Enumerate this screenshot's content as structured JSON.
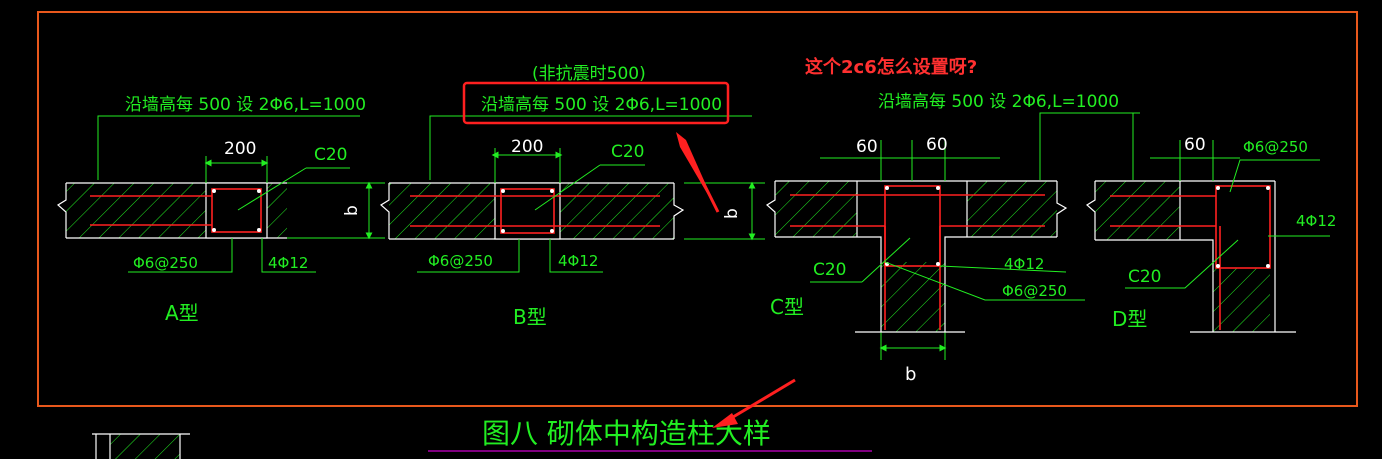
{
  "annotation_question": "这个2c6怎么设置呀?",
  "top_note": "(非抗震时500)",
  "figure_title": "图八  砌体中构造柱大样",
  "types": [
    {
      "type_label": "A型",
      "note": "沿墙高每   500  设 2Φ6,L=1000",
      "dim_200": "200",
      "concrete": "C20",
      "stirrup": "Φ6@250",
      "main_bar": "4Φ12",
      "dim_b": "b"
    },
    {
      "type_label": "B型",
      "note": "沿墙高每   500  设 2Φ6,L=1000",
      "dim_200": "200",
      "concrete": "C20",
      "stirrup": "Φ6@250",
      "main_bar": "4Φ12",
      "dim_b": "b"
    },
    {
      "type_label": "C型",
      "note": "沿墙高每   500  设 2Φ6,L=1000",
      "dim_60a": "60",
      "dim_60b": "60",
      "concrete": "C20",
      "main_bar": "4Φ12",
      "stirrup": "Φ6@250",
      "dim_b": "b"
    },
    {
      "type_label": "D型",
      "dim_60": "60",
      "stirrup": "Φ6@250",
      "main_bar": "4Φ12",
      "concrete": "C20"
    }
  ],
  "colors": {
    "frame": "#e8581c",
    "highlight_box": "#ff2020",
    "arrow": "#ff2020",
    "line_green": "#22ee22",
    "wall_white": "#ffffff",
    "rebar_red": "#ff2020",
    "title_underline": "#cc00cc"
  }
}
